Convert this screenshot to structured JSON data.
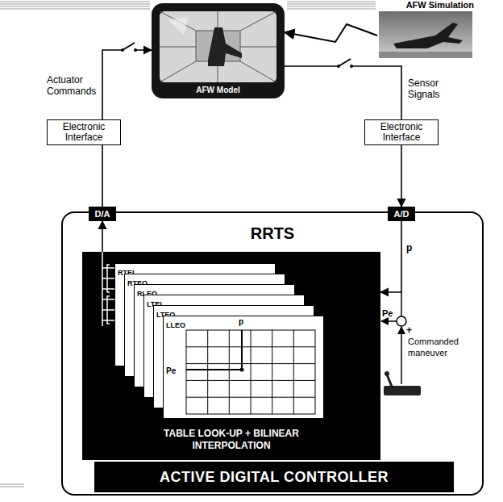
{
  "diagram": {
    "nodes": [
      {
        "text": [
          "AFW Model"
        ]
      },
      {
        "text": [
          "AFW Simulation"
        ]
      },
      {
        "text": [
          "Electronic Interface"
        ]
      },
      {
        "text": [
          "Electronic Interface"
        ]
      },
      {
        "text": [
          "RRTS"
        ]
      },
      {
        "text": [
          "D/A"
        ],
        "in": 4
      },
      {
        "text": [
          "A/D"
        ],
        "in": 4
      },
      {
        "text": [
          "TABLE LOOK-UP + BILINEAR INTERPOLATION"
        ],
        "in": 4
      },
      {
        "text": [
          "ACTIVE DIGITAL CONTROLLER"
        ],
        "in": 4
      },
      {
        "text": [
          "RTEI"
        ],
        "in": 7
      },
      {
        "text": [
          "RTEO"
        ],
        "in": 7
      },
      {
        "text": [
          "RLEO"
        ],
        "in": 7
      },
      {
        "text": [
          "LTEI"
        ],
        "in": 7
      },
      {
        "text": [
          "LTEO"
        ],
        "in": 7
      },
      {
        "text": [
          "LLEO"
        ],
        "in": 7
      }
    ],
    "edges": [
      {
        "from": 5,
        "to": 2,
        "arrow": "none"
      },
      {
        "from": 2,
        "to": 0,
        "arrow": "to"
      },
      {
        "from": 0,
        "to": 3,
        "arrow": "none"
      },
      {
        "from": 3,
        "to": 6,
        "arrow": "to"
      },
      {
        "from": 1,
        "to": 0,
        "arrow": "to"
      },
      {
        "from": 6,
        "to": 7,
        "arrow": "to"
      },
      {
        "from": 7,
        "to": 5,
        "arrow": "to"
      }
    ],
    "labels": [
      "Actuator Commands",
      "Sensor Signals",
      "p",
      "Pe",
      "+",
      "Commanded maneuver",
      "p",
      "Pe"
    ]
  }
}
